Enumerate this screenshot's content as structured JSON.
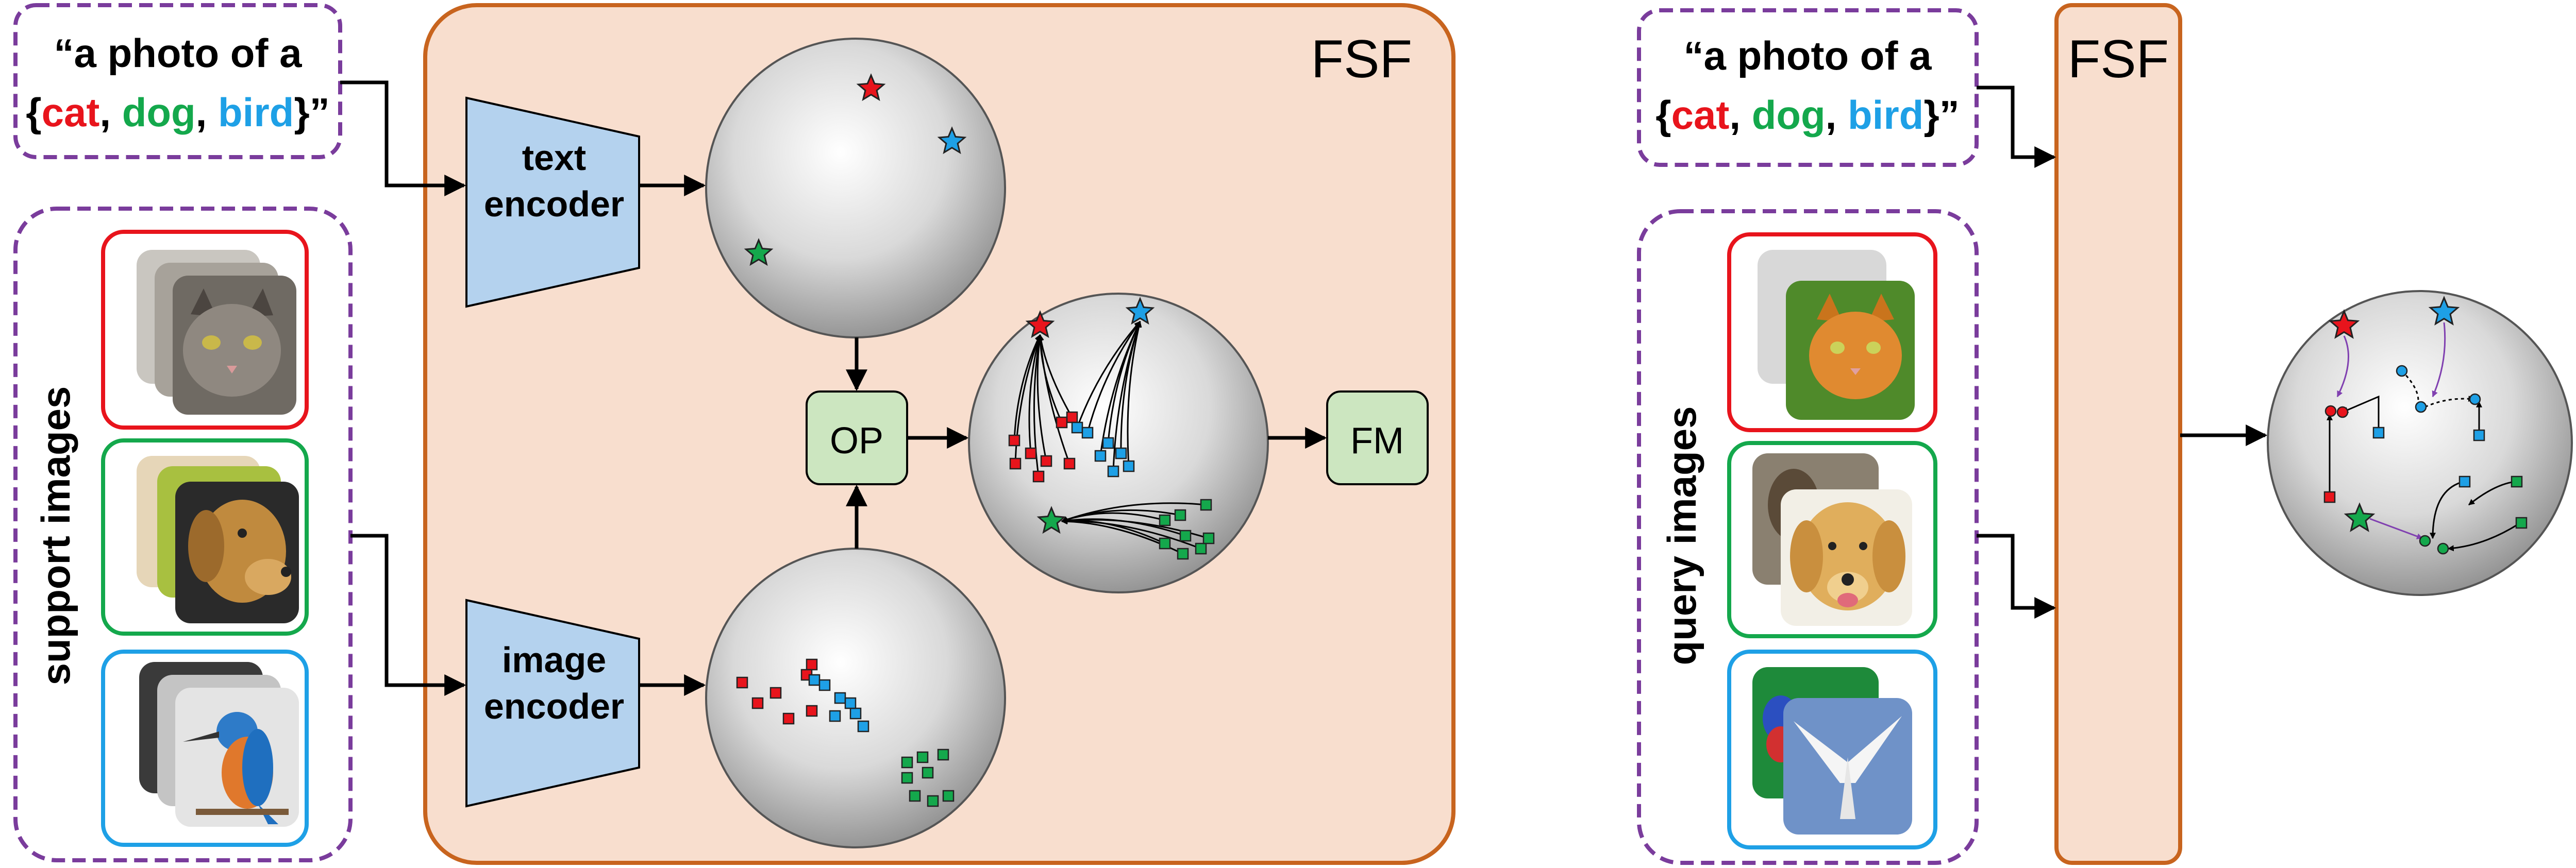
{
  "colors": {
    "cat": "#e8141c",
    "dog": "#14a84c",
    "bird": "#1ea0e6",
    "prompt_border": "#7a3c9c",
    "fsf_fill": "#f8dece",
    "fsf_border": "#c8641e",
    "encoder_fill": "#b4d2ee",
    "module_fill": "#cce6c0",
    "arrow": "#000000"
  },
  "left_panel": {
    "prompt": {
      "line1": "“a photo of a",
      "open": "{",
      "cat": "cat",
      "sep1": ", ",
      "dog": "dog",
      "sep2": ", ",
      "bird": "bird",
      "close": "}”"
    },
    "images_label": "support  images",
    "fsf_label": "FSF",
    "text_encoder": {
      "line1": "text",
      "line2": "encoder"
    },
    "image_encoder": {
      "line1": "image",
      "line2": "encoder"
    },
    "op_label": "OP",
    "fm_label": "FM",
    "image_items": [
      {
        "class": "cat",
        "icon": "cat-photo-stack"
      },
      {
        "class": "dog",
        "icon": "dog-photo-stack"
      },
      {
        "class": "bird",
        "icon": "kingfisher-photo-stack"
      }
    ]
  },
  "right_panel": {
    "prompt": {
      "line1": "“a photo of a",
      "open": "{",
      "cat": "cat",
      "sep1": ", ",
      "dog": "dog",
      "sep2": ", ",
      "bird": "bird",
      "close": "}”"
    },
    "images_label": "query  images",
    "fsf_label": "FSF",
    "image_items": [
      {
        "class": "cat",
        "icon": "orange-cat-photo-stack"
      },
      {
        "class": "dog",
        "icon": "golden-retriever-photo-stack"
      },
      {
        "class": "bird",
        "icon": "tern-photo-stack"
      }
    ]
  },
  "icons": {
    "class_prototype": "star-icon",
    "image_feature": "square-icon",
    "feature_space": "sphere-icon"
  }
}
